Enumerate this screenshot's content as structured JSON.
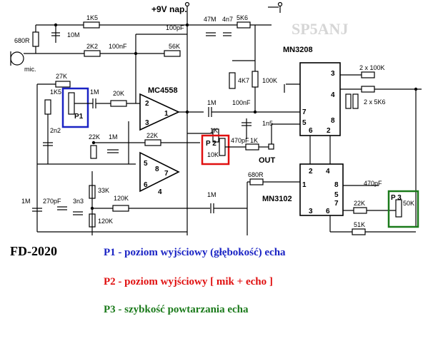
{
  "supply": "+9V nap.",
  "watermark": "SP5ANJ",
  "title": "FD-2020",
  "mic_label": "mic.",
  "out_label": "OUT",
  "ics": {
    "opamp": "MC4558",
    "delay": "MN3208",
    "clock": "MN3102"
  },
  "pots": {
    "p1": {
      "label": "P1",
      "value": "1M",
      "color": "#1a23c4"
    },
    "p2": {
      "label": "P 2",
      "value": "10K",
      "color": "#e01010"
    },
    "p3": {
      "label": "P 3",
      "value": "50K",
      "color": "#1a7a1a"
    }
  },
  "components": {
    "r_1k5": "1K5",
    "c_10m": "10M",
    "r_680r_top": "680R",
    "c_100pf_top": "100pF",
    "r_2k2": "2K2",
    "c_100nf_1": "100nF",
    "r_56k": "56K",
    "c_47m": "47M",
    "c_4n7": "4n7",
    "r_5k6": "5K6",
    "r_27k": "27K",
    "r_1k5b": "1K5",
    "r_20k": "20K",
    "c_2n2": "2n2",
    "r_22k_1": "22K",
    "c_1m_a": "1M",
    "r_22k_2": "22K",
    "c_1m_b": "1M",
    "c_100nf_2": "100nF",
    "r_4k7": "4K7",
    "r_100k": "100K",
    "c_1n5": "1n5",
    "r_1k_a": "1K",
    "c_470pf_a": "470pF",
    "r_1k_b": "1K",
    "r_2x100k": "2 x 100K",
    "r_2x5k6": "2 x 5K6",
    "r_680r_b": "680R",
    "c_470pf_b": "470pF",
    "r_22k_3": "22K",
    "r_51k": "51K",
    "c_1m_c": "1M",
    "c_270pf": "270pF",
    "c_3n3": "3n3",
    "r_33k": "33K",
    "r_120k_a": "120K",
    "r_120k_b": "120K",
    "c_1m_d": "1M"
  },
  "pins": {
    "u1": [
      "2",
      "1",
      "3",
      "5",
      "8",
      "7",
      "6",
      "4"
    ],
    "u2": [
      "3",
      "4",
      "7",
      "5",
      "6",
      "8",
      "2"
    ],
    "u3": [
      "2",
      "4",
      "1",
      "8",
      "5",
      "3",
      "7",
      "6"
    ]
  },
  "legend": [
    {
      "text": "P1 - poziom wyjściowy (głębokość) echa",
      "color": "#1a23c4"
    },
    {
      "text": "P2 - poziom wyjściowy [ mik + echo ]",
      "color": "#e01010"
    },
    {
      "text": "P3 - szybkość powtarzania echa",
      "color": "#1a7a1a"
    }
  ]
}
